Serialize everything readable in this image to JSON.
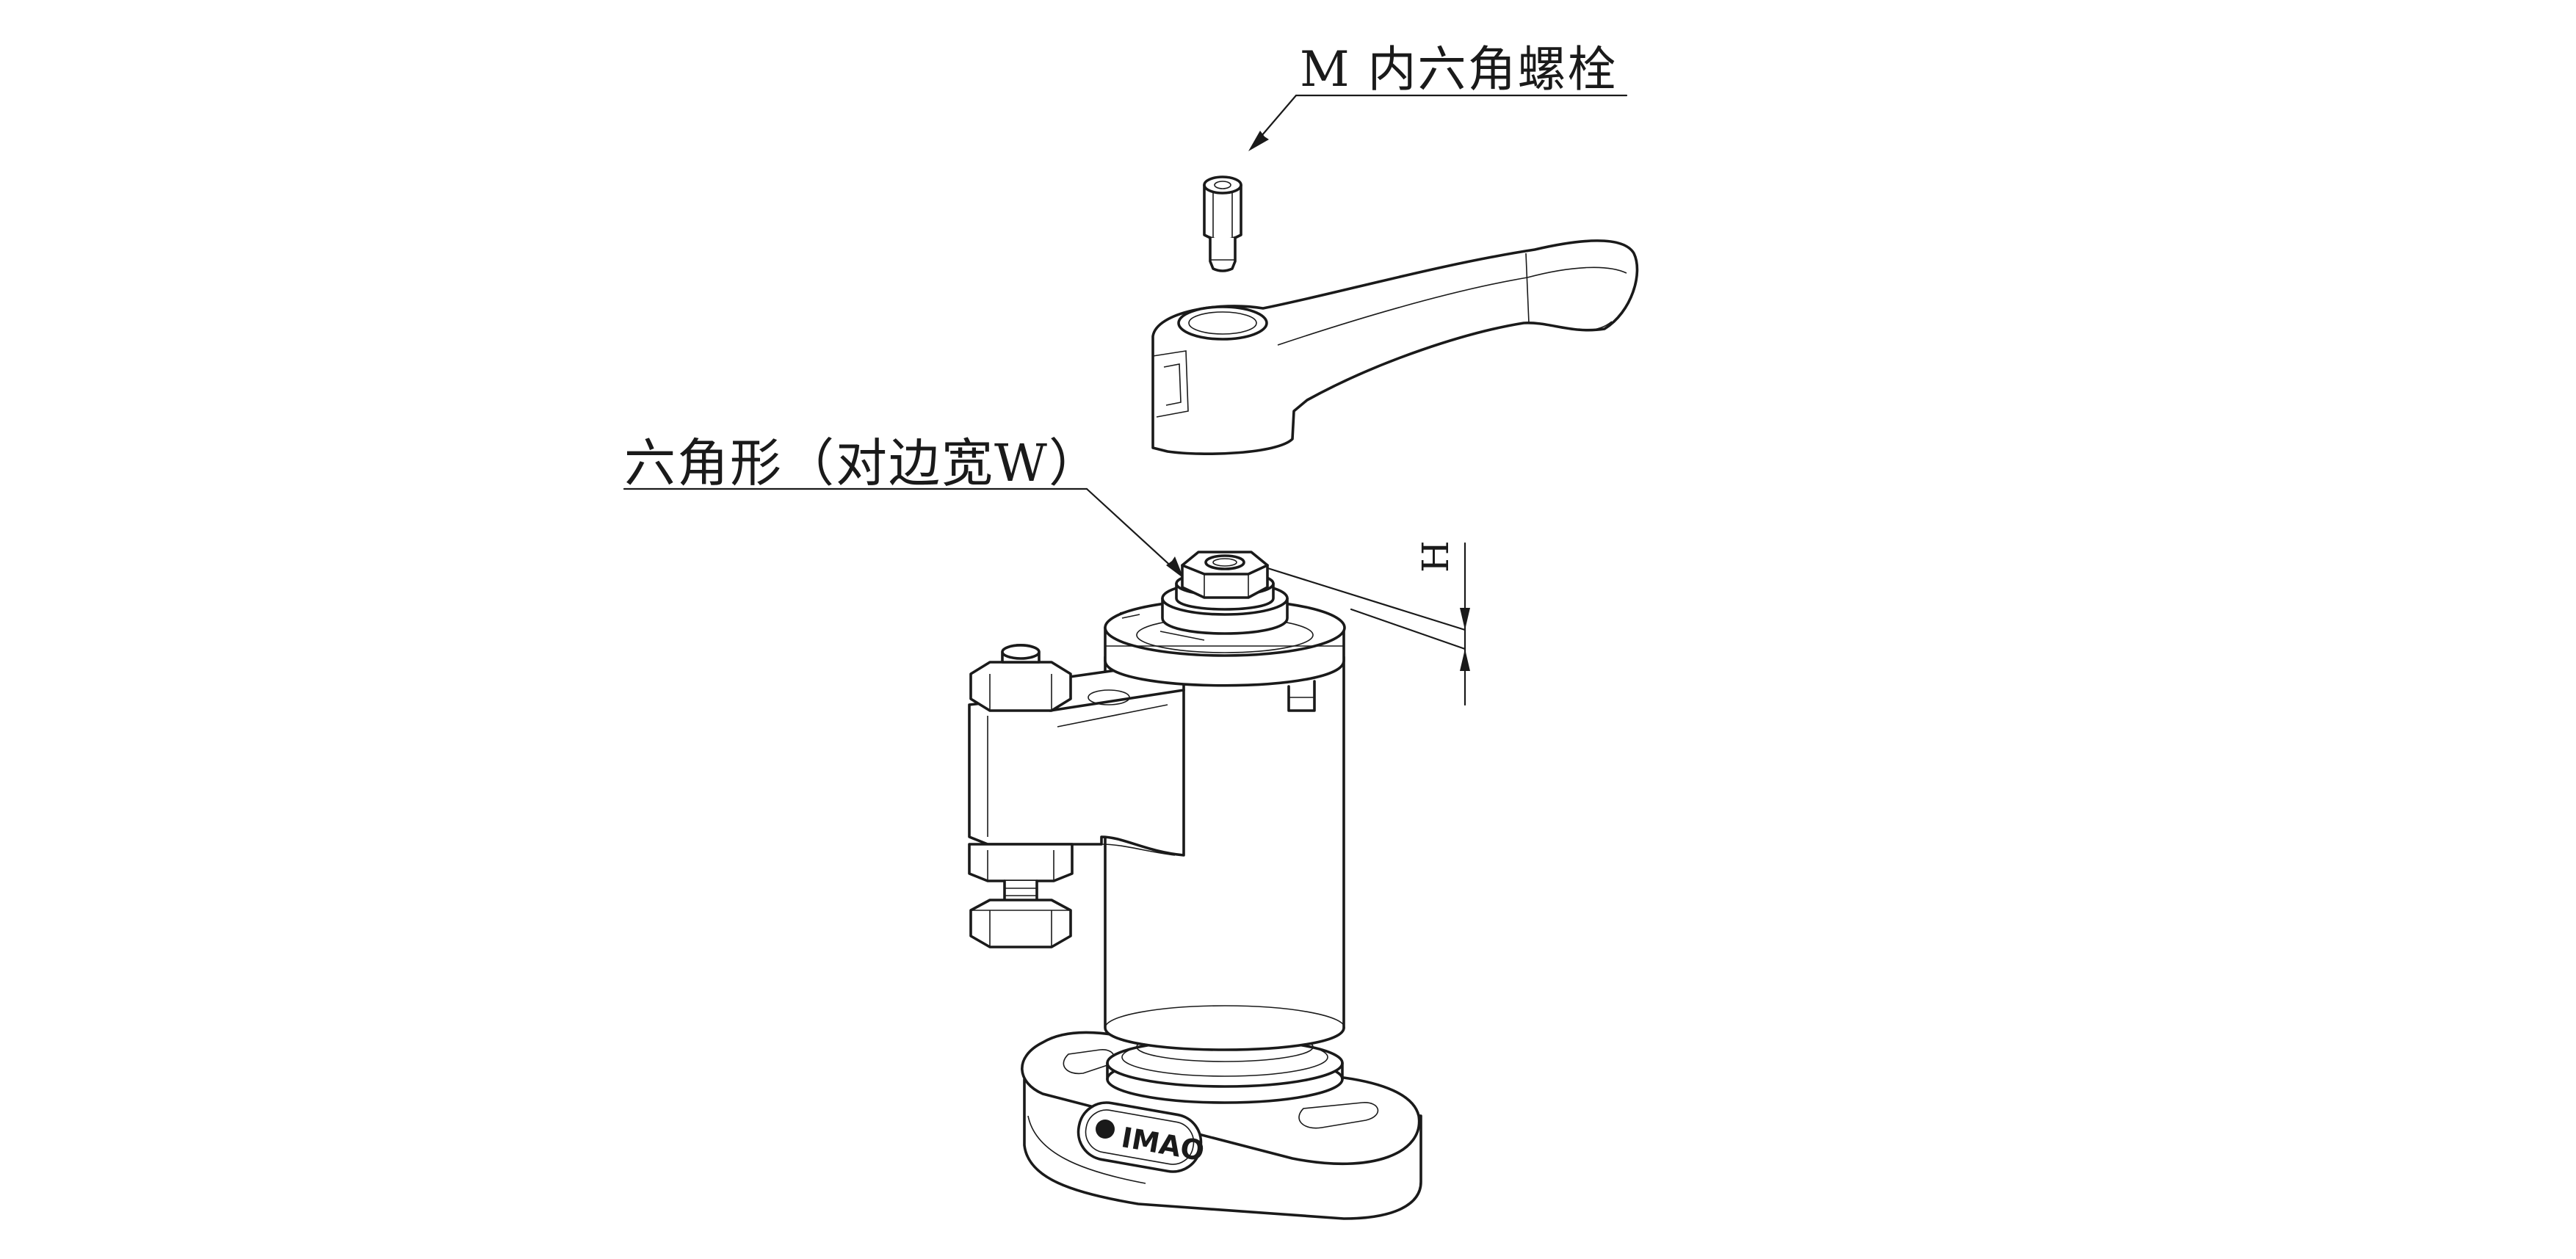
{
  "labels": {
    "socket_bolt": "M 内六角螺栓",
    "hexagon_width": "六角形（对边宽W）",
    "height_dim": "H"
  },
  "logo": {
    "text": "IMAO"
  },
  "colors": {
    "line": "#1a1a1a",
    "background": "#ffffff"
  }
}
